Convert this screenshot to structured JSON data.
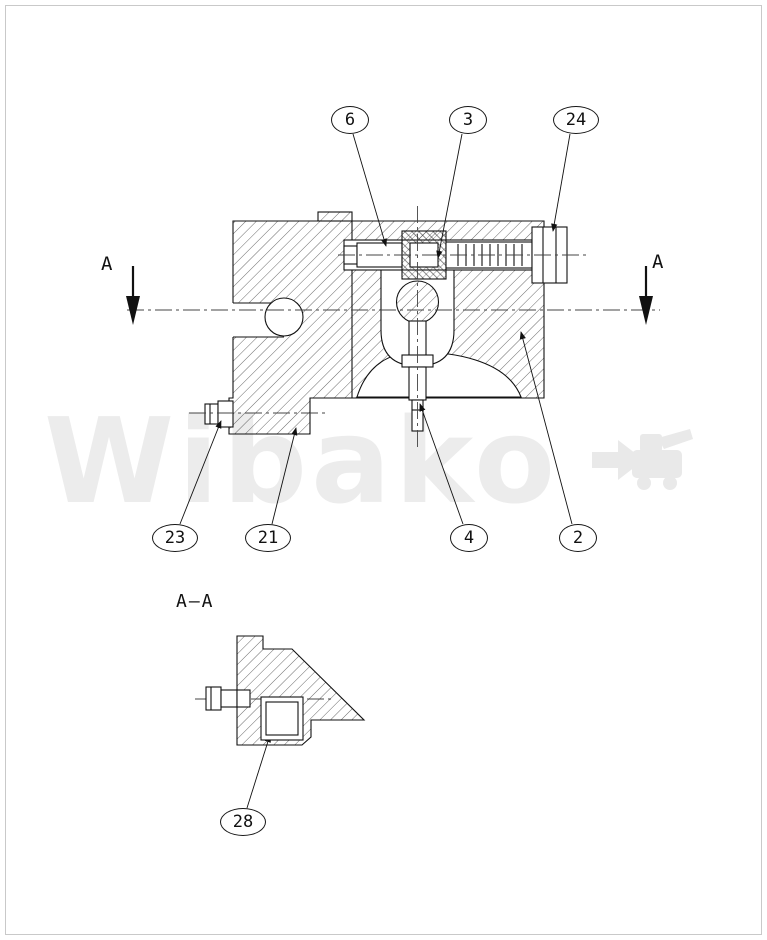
{
  "watermark": {
    "text": "Wibako"
  },
  "section_markers": {
    "left": "A",
    "right": "A"
  },
  "section_view_label": "A–A",
  "balloons": [
    {
      "label": "6"
    },
    {
      "label": "3"
    },
    {
      "label": "24"
    },
    {
      "label": "23"
    },
    {
      "label": "21"
    },
    {
      "label": "4"
    },
    {
      "label": "2"
    },
    {
      "label": "28"
    }
  ]
}
